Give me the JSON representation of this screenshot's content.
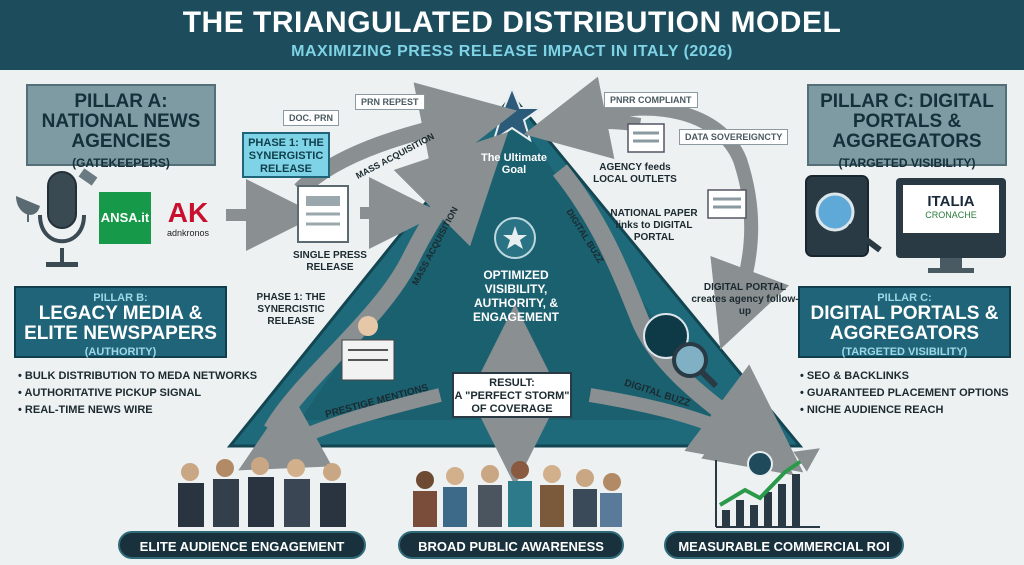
{
  "header": {
    "title": "THE TRIANGULATED DISTRIBUTION MODEL",
    "subtitle": "MAXIMIZING PRESS RELEASE IMPACT IN ITALY (2026)"
  },
  "pillar_a": {
    "title": "PILLAR A: NATIONAL NEWS AGENCIES",
    "subtitle": "(GATEKEEPERS)"
  },
  "pillar_b": {
    "label": "PILLAR B:",
    "title": "LEGACY MEDIA & ELITE NEWSPAPERS",
    "subtitle": "(AUTHORITY)",
    "bullets": [
      "BULK DISTRIBUTION TO MEDA NETWORKS",
      "AUTHORITATIVE PICKUP SIGNAL",
      "REAL-TIME NEWS WIRE"
    ]
  },
  "pillar_c_top": {
    "title": "PILLAR C: DIGITAL PORTALS & AGGREGATORS",
    "subtitle": "(TARGETED VISIBILITY)"
  },
  "pillar_c_mid": {
    "label": "PILLAR C:",
    "title": "DIGITAL PORTALS & AGGREGATORS",
    "subtitle": "(TARGETED VISIBILITY)",
    "bullets": [
      "SEO & BACKLINKS",
      "GUARANTEED PLACEMENT OPTIONS",
      "NICHE AUDIENCE REACH"
    ]
  },
  "logos": {
    "ansa": "ANSA.it",
    "adnkronos": "adnkronos",
    "italia_1": "ITALIA",
    "italia_2": "CRONACHE"
  },
  "flow": {
    "phase1_box": "PHASE 1: THE SYNERGISTIC RELEASE",
    "doc_prn": "DOC. PRN",
    "prn_repest": "PRN REPEST",
    "single_release": "SINGLE PRESS RELEASE",
    "phase1_text": "PHASE 1: THE SYNERCISTIC RELEASE",
    "pnrr": "PNRR COMPLIANT",
    "data_sov": "DATA SOVEREIGNCTY",
    "agency_feeds": "AGENCY feeds LOCAL OUTLETS",
    "national_paper": "NATIONAL PAPER links to DIGITAL PORTAL",
    "digital_portal": "DIGITAL PORTAL creates agency follow-up"
  },
  "triangle": {
    "goal": "The Ultimate Goal",
    "center": "OPTIMIZED VISIBILITY, AUTHORITY, & ENGAGEMENT",
    "result_1": "RESULT:",
    "result_2": "A \"PERFECT STORM\"",
    "result_3": "OF COVERAGE",
    "mass_top": "MASS ACQUISITION",
    "mass_side": "MASS ACQUISITION",
    "buzz_side": "DIGITAL BUZZ",
    "prestige": "PRESTIGE MENTIONS",
    "buzz_bottom": "DIGITAL BUZZ"
  },
  "bottom": {
    "elite": "ELITE AUDIENCE ENGAGEMENT",
    "broad": "BROAD PUBLIC AWARENESS",
    "roi": "MEASURABLE COMMERCIAL ROI"
  },
  "colors": {
    "header": "#1d4d5c",
    "accent": "#7fd3e6",
    "triangle": "#1f6a7a",
    "arrow": "#8a8f92"
  }
}
